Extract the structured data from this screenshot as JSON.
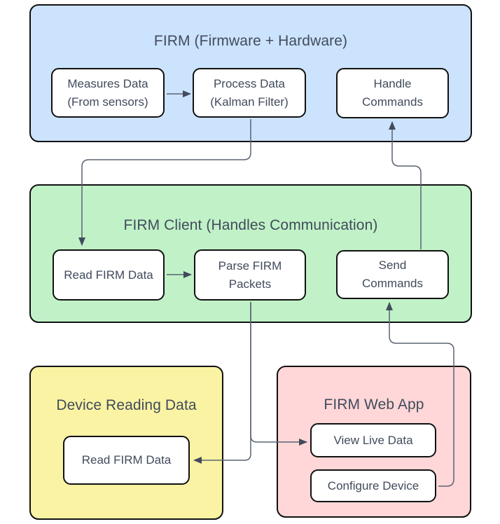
{
  "colors": {
    "firm_group": "#cce3fe",
    "client_group": "#c1f2c7",
    "device_group": "#faf3a3",
    "webapp_group": "#ffd7d8",
    "node_fill": "#ffffff",
    "shape_border": "#111111",
    "text": "#414b5c",
    "connector": "#5a6372",
    "arrowhead": "#414b5c"
  },
  "groups": {
    "firm": {
      "title": "FIRM (Firmware + Hardware)",
      "nodes": {
        "measures": {
          "label": "Measures Data\n(From sensors)"
        },
        "process": {
          "label": "Process Data\n(Kalman Filter)"
        },
        "handle": {
          "label": "Handle\nCommands"
        }
      }
    },
    "client": {
      "title": "FIRM Client (Handles Communication)",
      "nodes": {
        "read": {
          "label": "Read FIRM Data"
        },
        "parse": {
          "label": "Parse FIRM\nPackets"
        },
        "send": {
          "label": "Send\nCommands"
        }
      }
    },
    "device": {
      "title": "Device Reading Data",
      "nodes": {
        "read": {
          "label": "Read FIRM Data"
        }
      }
    },
    "webapp": {
      "title": "FIRM Web App",
      "nodes": {
        "view": {
          "label": "View Live Data"
        },
        "configure": {
          "label": "Configure Device"
        }
      }
    }
  },
  "connections": [
    {
      "from": "Measures Data (From sensors)",
      "to": "Process Data (Kalman Filter)"
    },
    {
      "from": "Process Data (Kalman Filter)",
      "to": "Read FIRM Data (FIRM Client)"
    },
    {
      "from": "Read FIRM Data (FIRM Client)",
      "to": "Parse FIRM Packets"
    },
    {
      "from": "Parse FIRM Packets",
      "to": "View Live Data"
    },
    {
      "from": "Parse FIRM Packets",
      "to": "Read FIRM Data (Device Reading Data)"
    },
    {
      "from": "Send Commands",
      "to": "Handle Commands"
    },
    {
      "from": "Configure Device",
      "to": "Send Commands"
    }
  ]
}
